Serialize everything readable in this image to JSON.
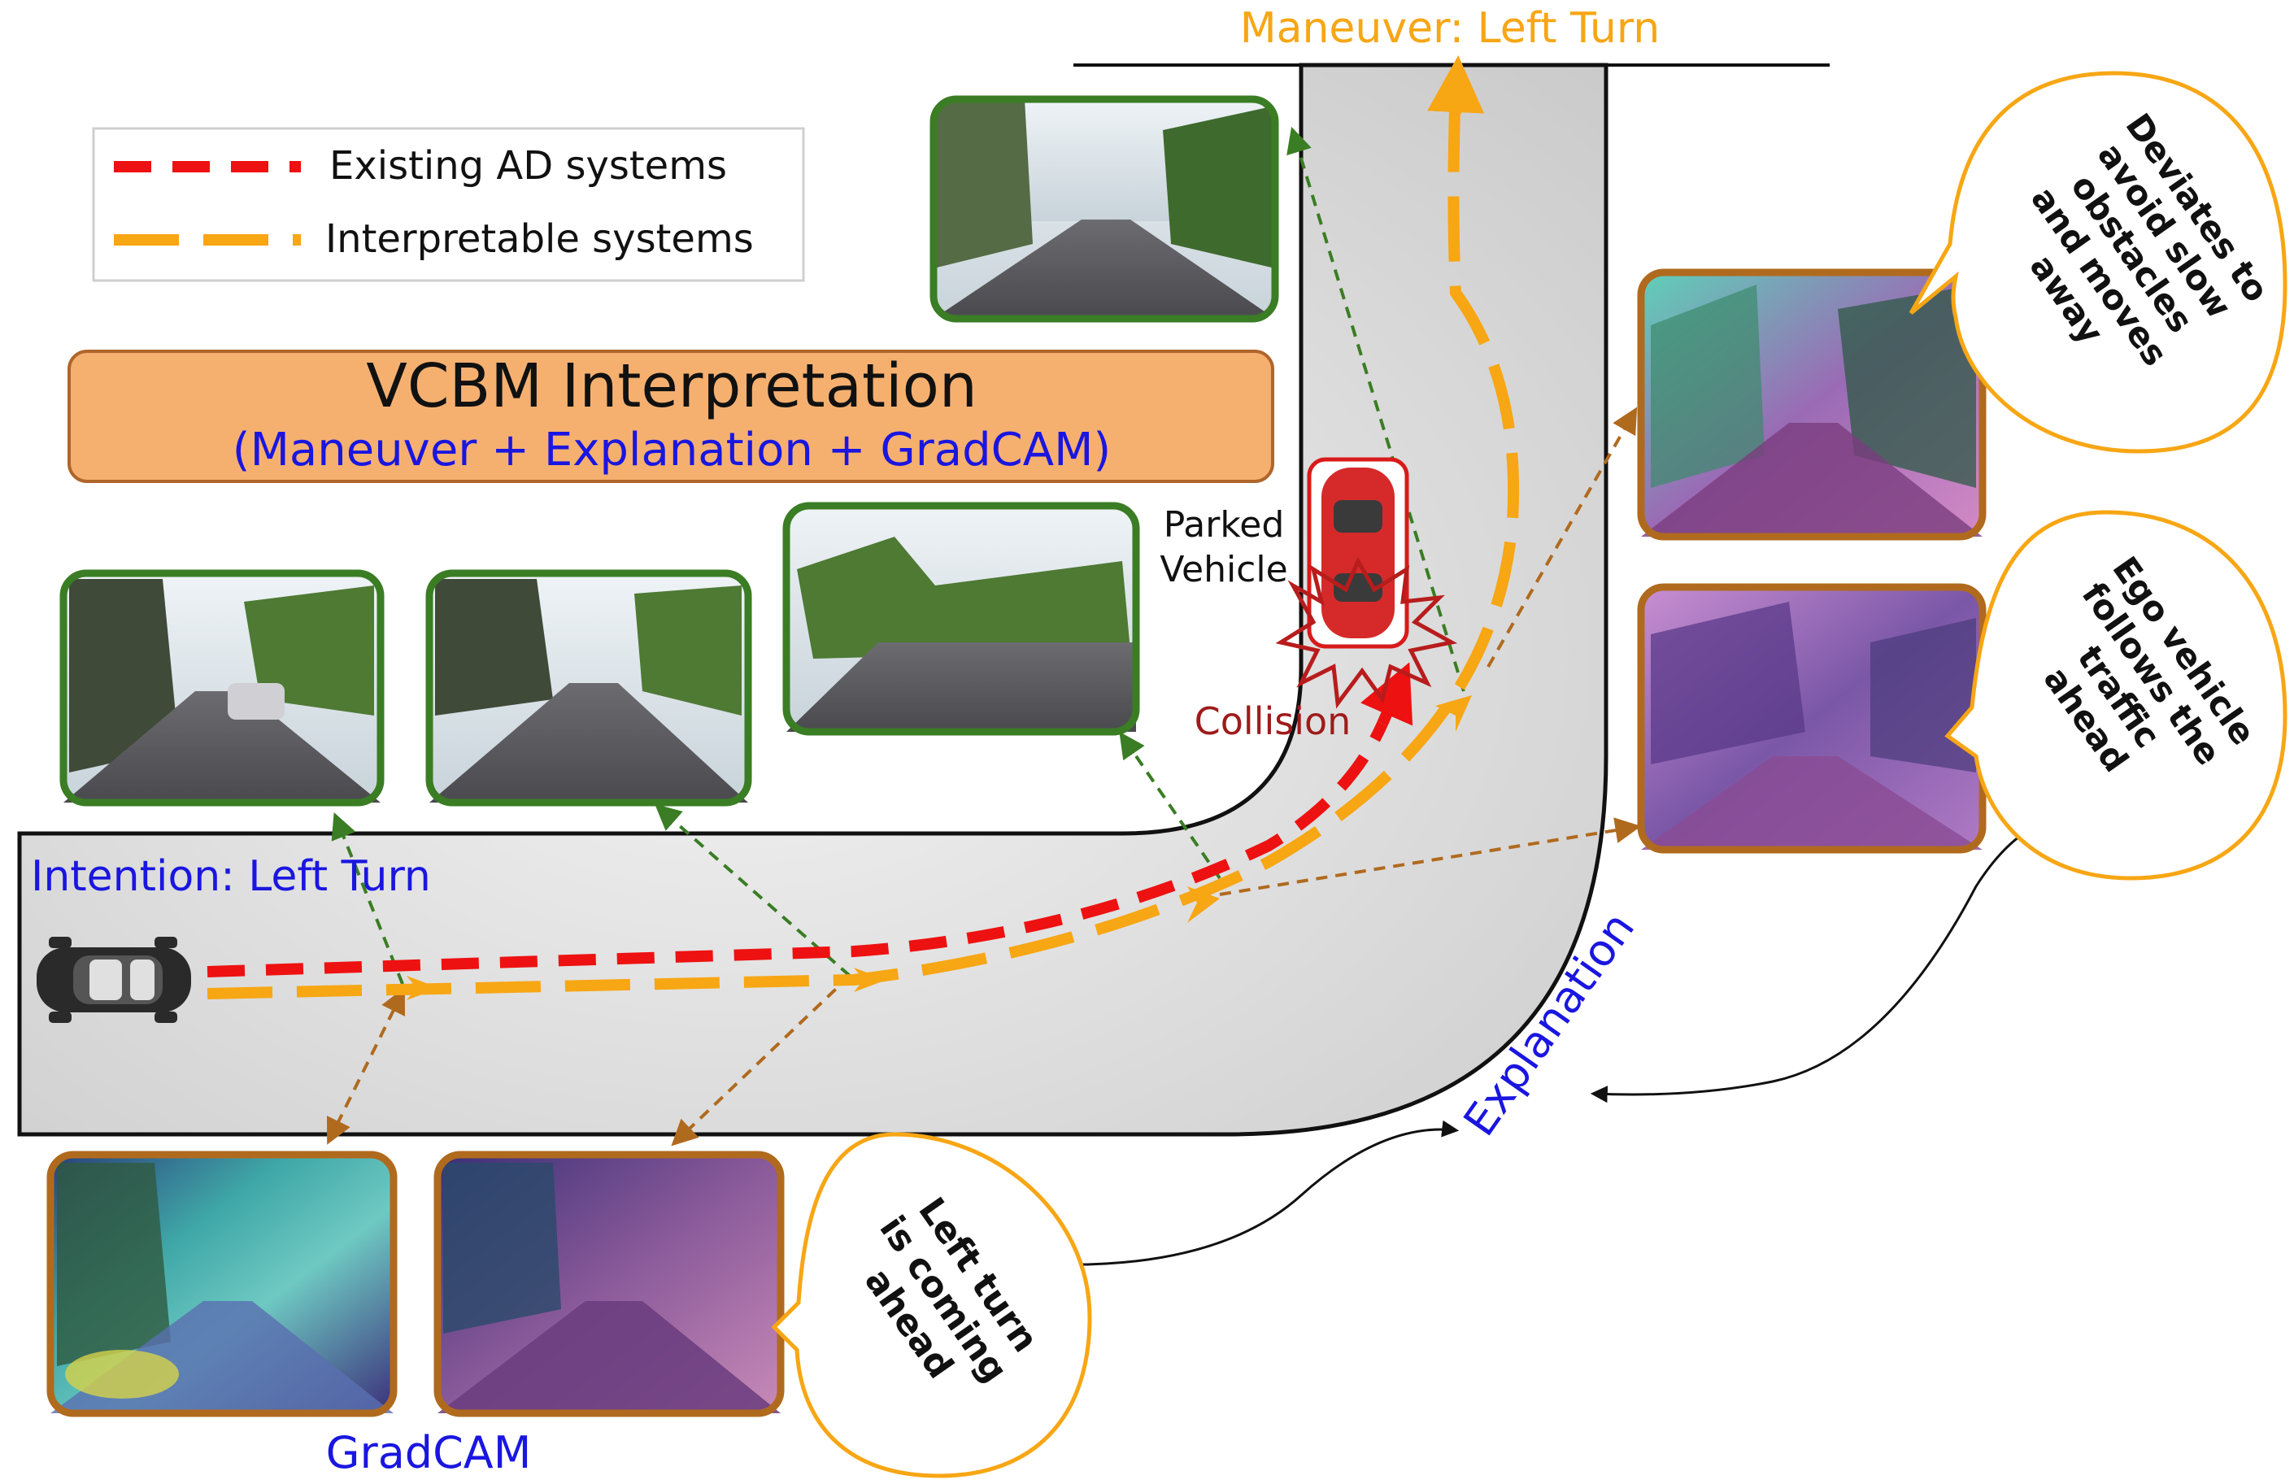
{
  "legend": {
    "existing_label": "Existing AD systems",
    "interpretable_label": "Interpretable systems",
    "existing_color": "#ee1111",
    "interpretable_color": "#f7a614"
  },
  "title_box": {
    "title": "VCBM Interpretation",
    "subtitle": "(Maneuver + Explanation + GradCAM)",
    "fill": "#f5b070",
    "subtitle_color": "#1a16e0"
  },
  "labels": {
    "maneuver": "Maneuver: Left Turn",
    "intention": "Intention: Left Turn",
    "parked_vehicle_line1": "Parked",
    "parked_vehicle_line2": "Vehicle",
    "collision": "Collision",
    "gradcam": "GradCAM",
    "explanation": "Explanation"
  },
  "bubbles": {
    "left_turn": [
      "Left turn",
      "is coming",
      "ahead"
    ],
    "deviates": [
      "Deviates to",
      "avoid slow",
      "obstacles",
      "and moves",
      "away"
    ],
    "ego": [
      "Ego vehicle",
      "follows the",
      "traffic",
      "ahead"
    ]
  },
  "colors": {
    "camera_frame_green": "#3a7d24",
    "gradcam_frame_brown": "#b06a1e",
    "blue_text": "#1a16e0",
    "maneuver_text": "#f7a614",
    "collision_text": "#9e1b1b",
    "road_fill": "#dcdcdc"
  }
}
